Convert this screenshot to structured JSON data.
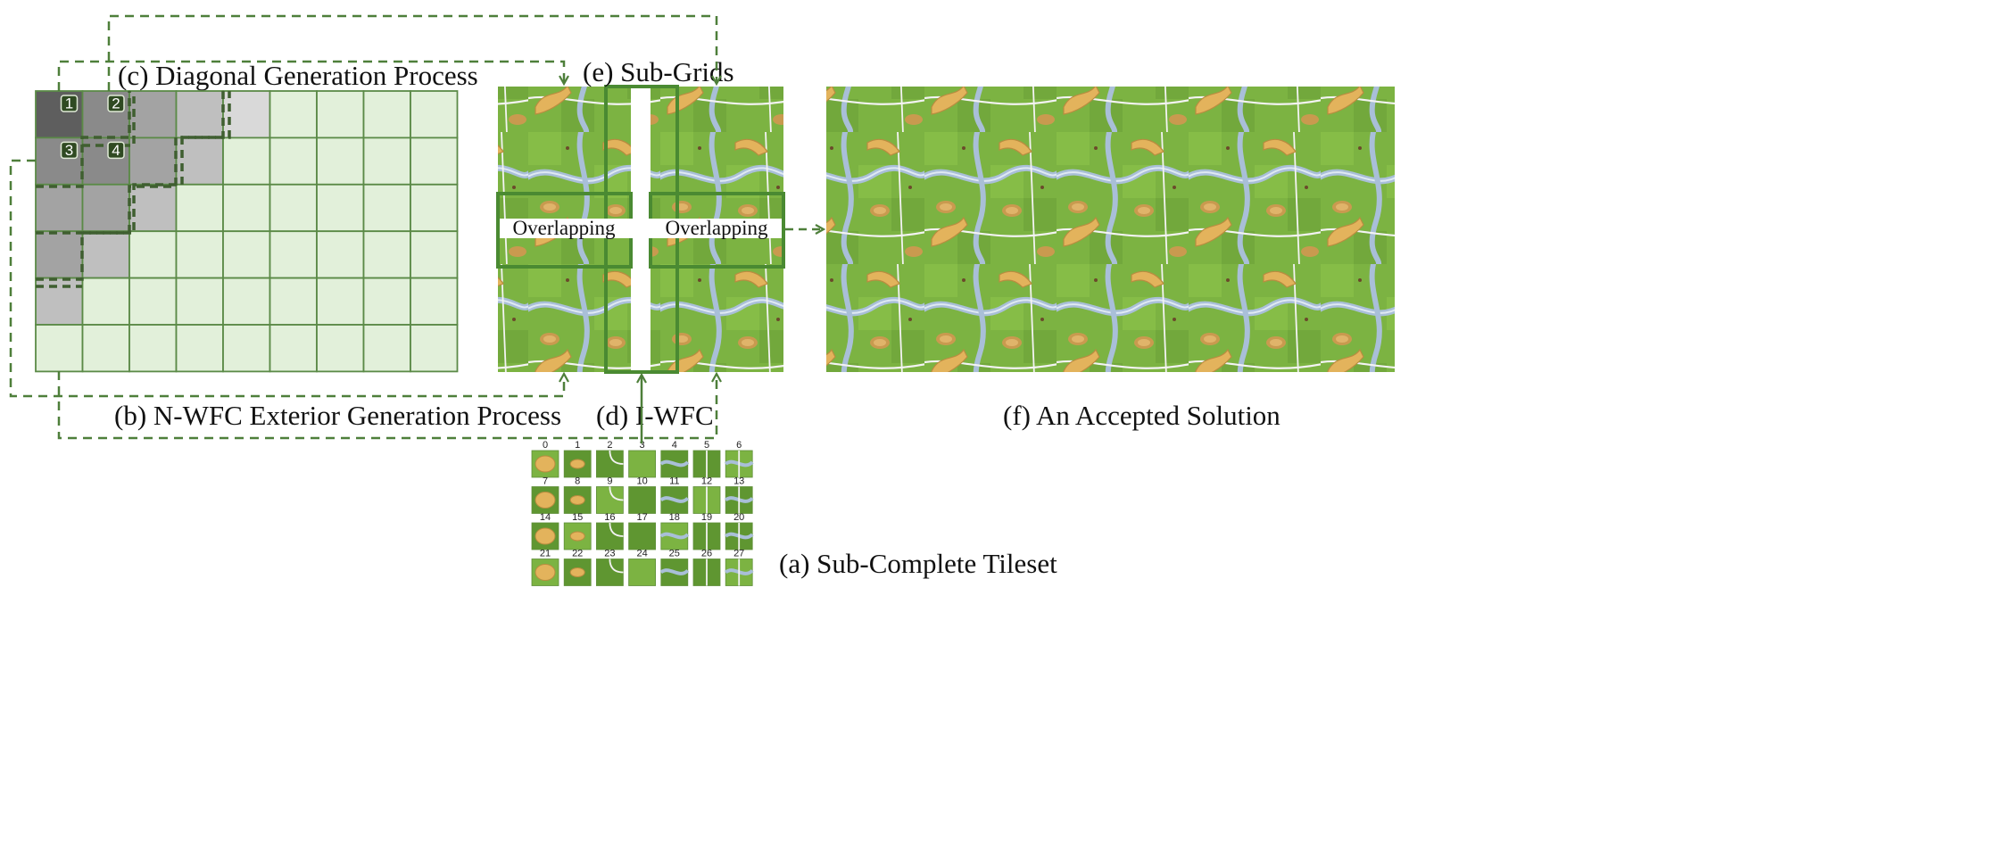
{
  "captions": {
    "a": "(a) Sub-Complete Tileset",
    "b": "(b) N-WFC Exterior Generation Process",
    "c": "(c) Diagonal Generation Process",
    "d": "(d) I-WFC",
    "e": "(e) Sub-Grids",
    "f": "(f) An Accepted Solution"
  },
  "overlap_labels": [
    "Overlapping",
    "Overlapping"
  ],
  "grid": {
    "rows": 6,
    "cols": 9,
    "shaded": [
      [
        4,
        3,
        2,
        1,
        0
      ],
      [
        3,
        3,
        2,
        1
      ],
      [
        2,
        2,
        1
      ],
      [
        2,
        1
      ],
      [
        1
      ]
    ],
    "badges": [
      {
        "label": "1",
        "row": 0,
        "col": 0
      },
      {
        "label": "2",
        "row": 0,
        "col": 1
      },
      {
        "label": "3",
        "row": 1,
        "col": 0
      },
      {
        "label": "4",
        "row": 1,
        "col": 1
      }
    ]
  },
  "tileset": {
    "rows": 4,
    "cols": 7,
    "labels": [
      "0",
      "1",
      "2",
      "3",
      "4",
      "5",
      "6",
      "7",
      "8",
      "9",
      "10",
      "11",
      "12",
      "13",
      "14",
      "15",
      "16",
      "17",
      "18",
      "19",
      "20",
      "21",
      "22",
      "23",
      "24",
      "25",
      "26",
      "27"
    ]
  },
  "colors": {
    "grid_fill": "#e2f0da",
    "grid_line": "#5b8a47",
    "arrow": "#4e7f3a",
    "frame": "#4a8a32",
    "grass": "#7cb342",
    "grass_dark": "#5f9631",
    "river": "#a9bfd8",
    "road": "#f2f2f2",
    "field": "#e3b35c",
    "shade_levels": [
      "#ffffff",
      "#d9d9d9",
      "#bfbfbf",
      "#a3a3a3",
      "#8a8a8a",
      "#5e5e5e"
    ]
  }
}
